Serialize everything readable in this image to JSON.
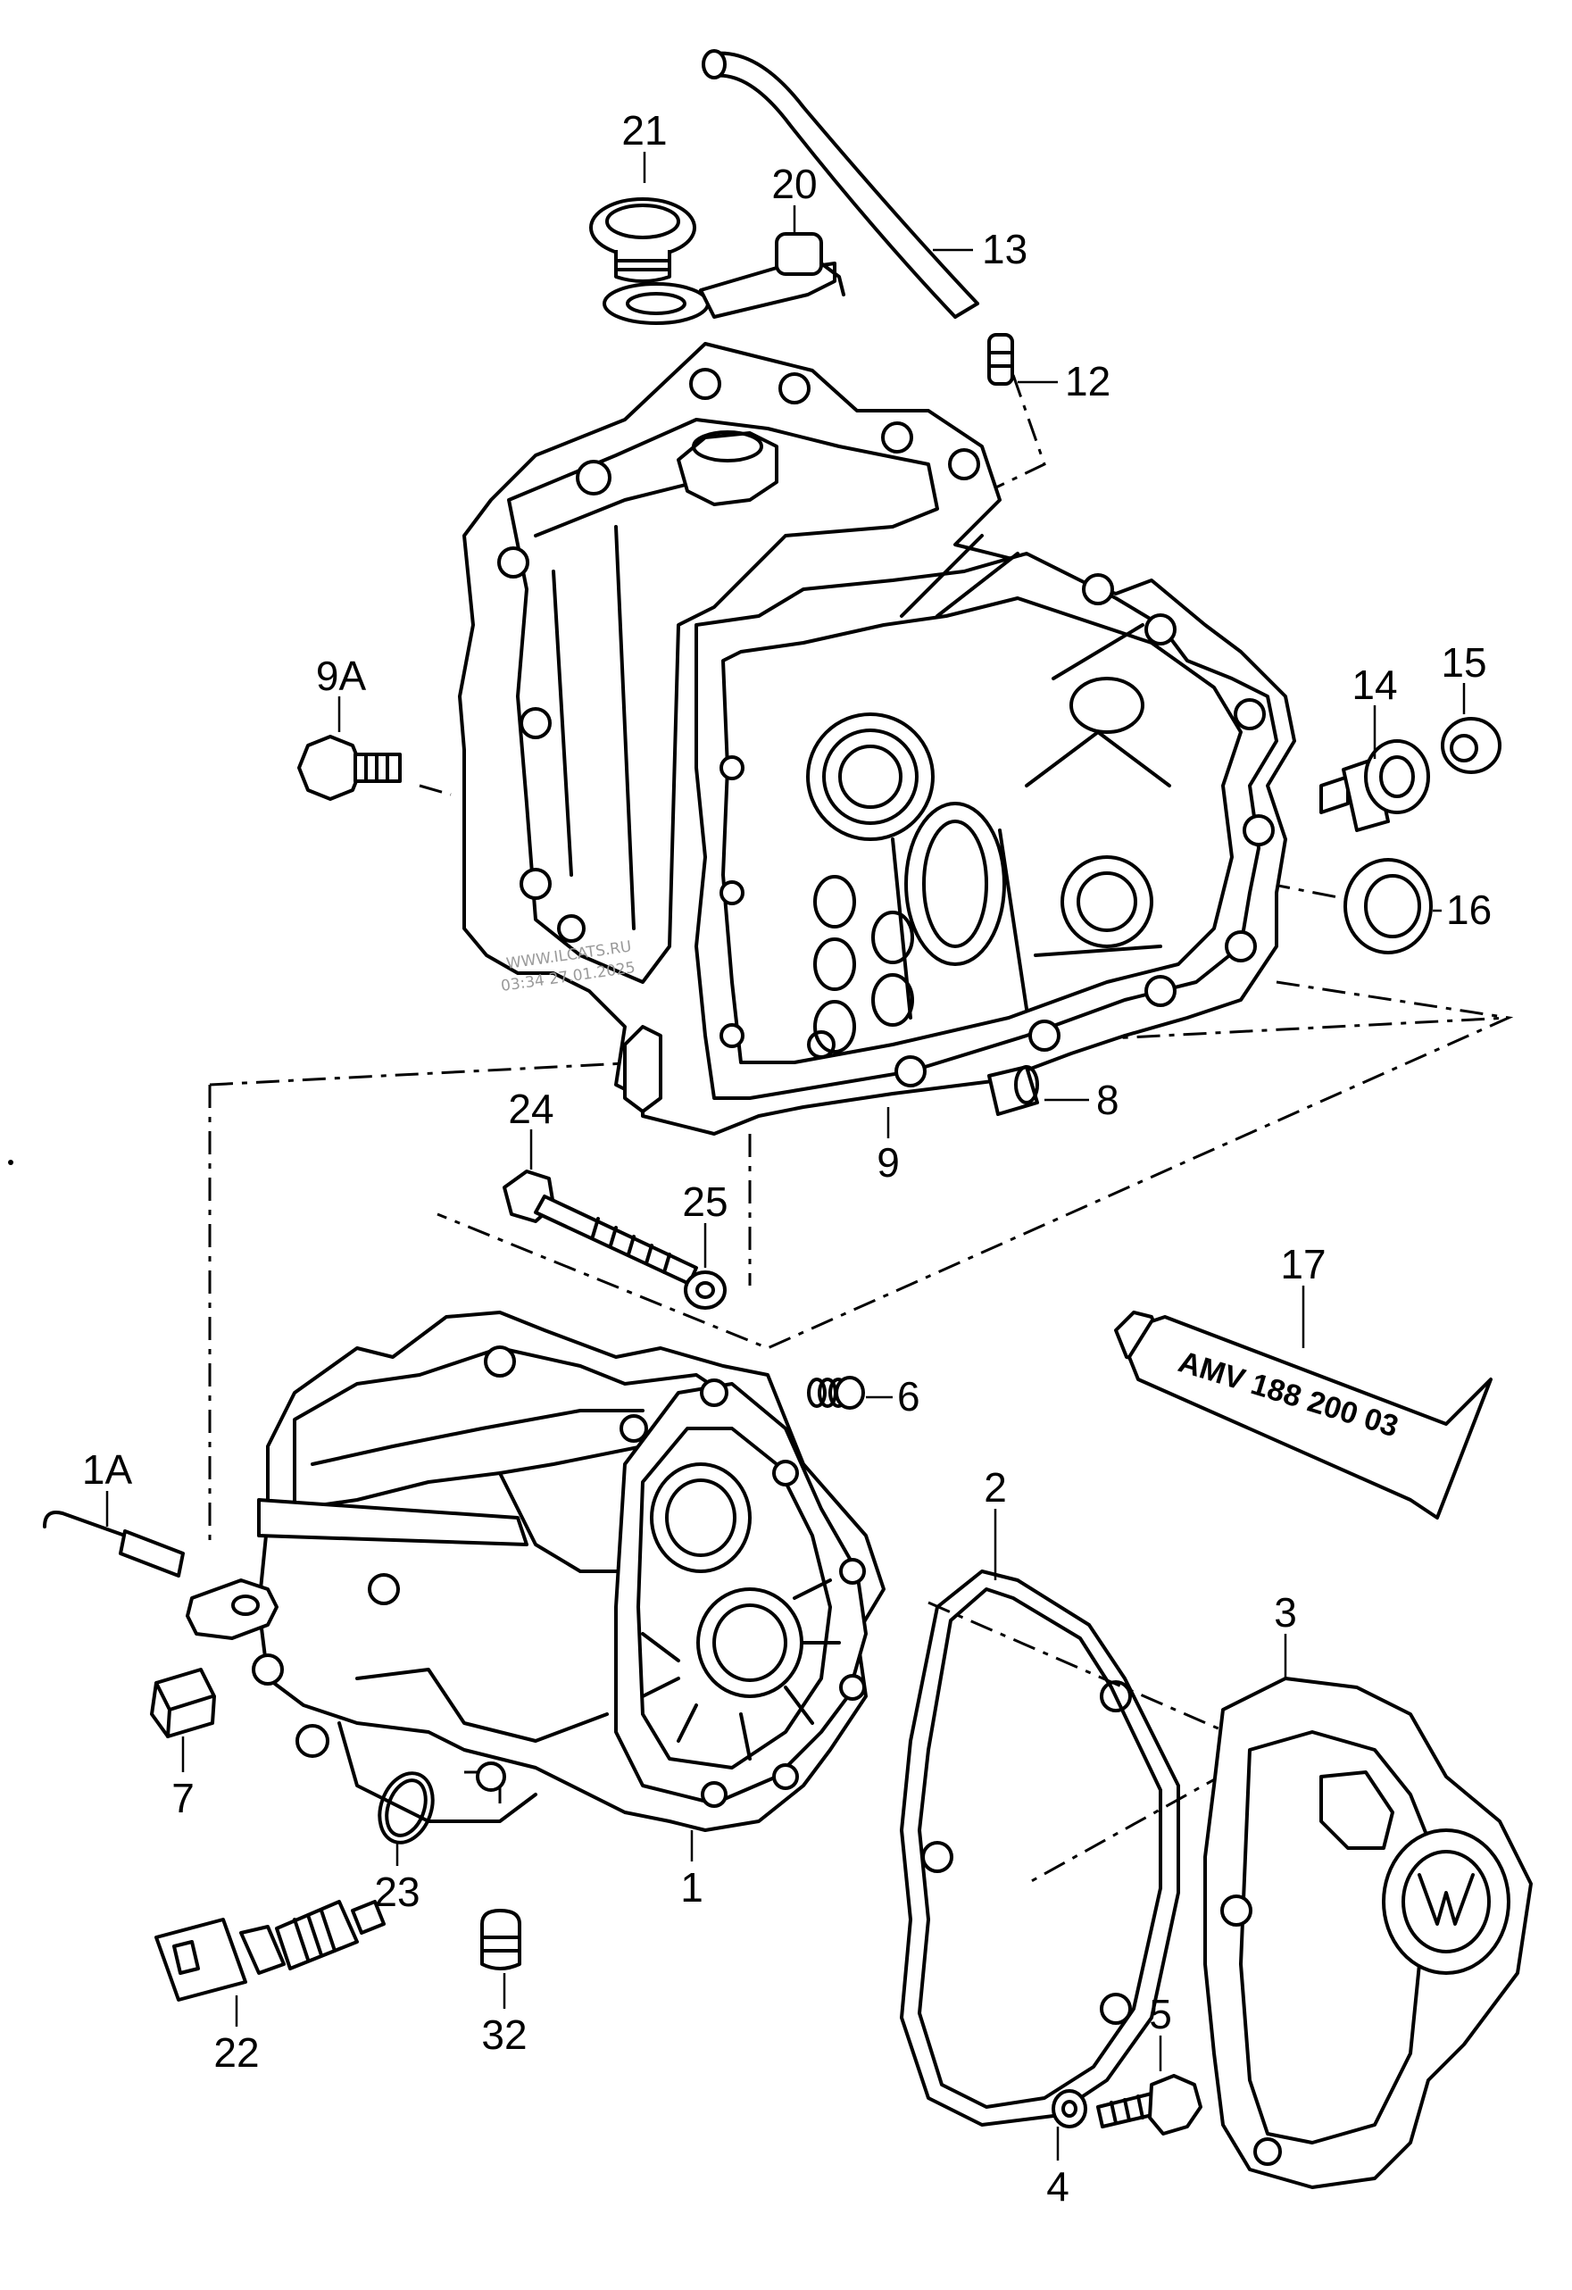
{
  "diagram": {
    "labels": {
      "l1": "1",
      "l1A": "1A",
      "l2": "2",
      "l3": "3",
      "l4": "4",
      "l5": "5",
      "l6": "6",
      "l7": "7",
      "l8": "8",
      "l9": "9",
      "l9A": "9A",
      "l12": "12",
      "l13": "13",
      "l14": "14",
      "l15": "15",
      "l16": "16",
      "l17": "17",
      "l20": "20",
      "l21": "21",
      "l22": "22",
      "l23": "23",
      "l24": "24",
      "l25": "25",
      "l32": "32"
    },
    "tube_marking": "AMV 188 200 03",
    "watermark_site": "WWW.ILCATS.RU",
    "watermark_time": "03:34 27.01.2025"
  }
}
